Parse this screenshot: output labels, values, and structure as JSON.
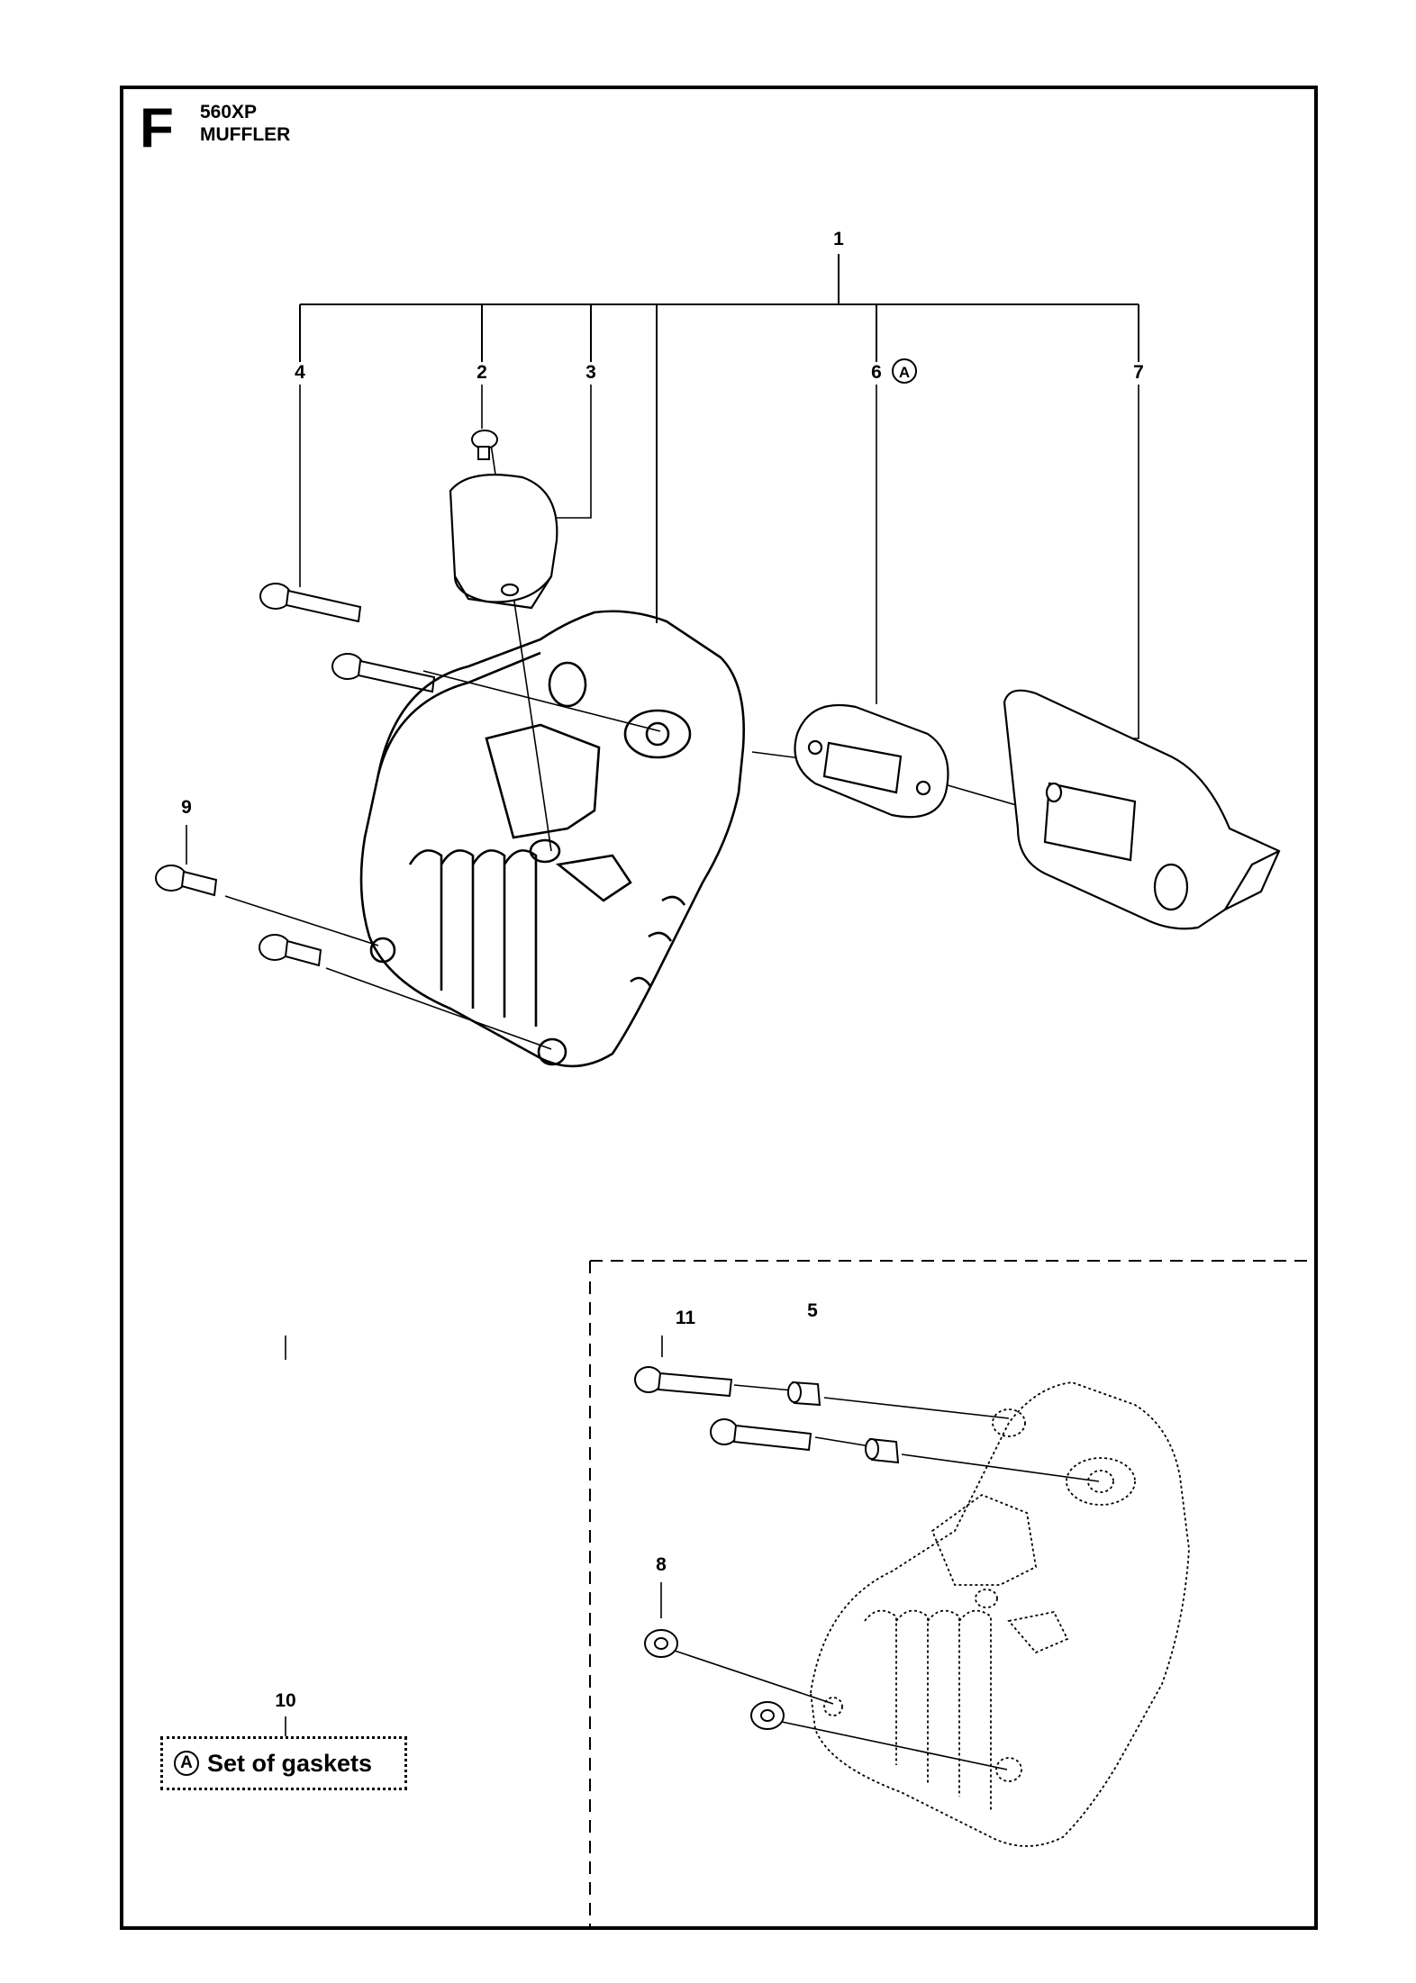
{
  "header": {
    "section_letter": "F",
    "model": "560XP",
    "title": "MUFFLER"
  },
  "callouts": {
    "c1": "1",
    "c2": "2",
    "c3": "3",
    "c4": "4",
    "c5": "5",
    "c6": "6",
    "c7": "7",
    "c8": "8",
    "c9": "9",
    "c10": "10",
    "c11": "11",
    "marker": "A"
  },
  "legend": {
    "marker": "A",
    "text": "Set of gaskets"
  }
}
